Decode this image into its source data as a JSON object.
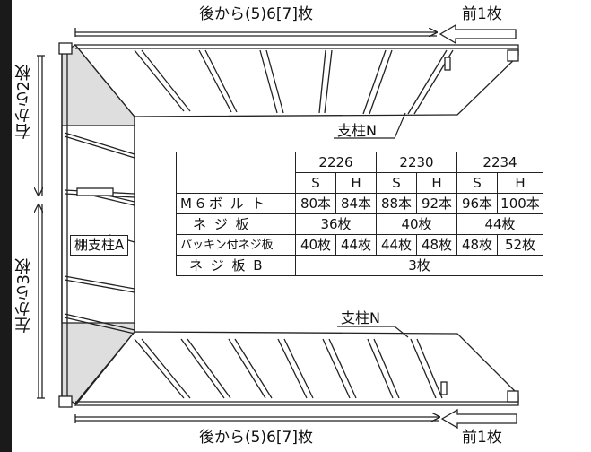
{
  "labels": {
    "top_back": "後から(5)6[7]枚",
    "top_front": "前1枚",
    "bottom_back": "後から(5)6[7]枚",
    "bottom_front": "前1枚",
    "right_side": "右から2枚",
    "left_side": "左から3枚",
    "post_top": "支柱N",
    "post_bottom": "支柱N",
    "shelf_post": "棚支柱A"
  },
  "table": {
    "models": [
      "2226",
      "2230",
      "2234"
    ],
    "sub_headers": [
      "S",
      "H",
      "S",
      "H",
      "S",
      "H"
    ],
    "rows": [
      {
        "name": "M６ボ ル ト",
        "cells": [
          "80本",
          "84本",
          "88本",
          "92本",
          "96本",
          "100本"
        ]
      },
      {
        "name": "ネ ジ 板",
        "cells": [
          "36枚",
          "40枚",
          "44枚"
        ]
      },
      {
        "name": "パッキン付ネジ板",
        "cells": [
          "40枚",
          "44枚",
          "44枚",
          "48枚",
          "48枚",
          "52枚"
        ]
      },
      {
        "name": "ネ ジ 板 B",
        "cells": [
          "3枚"
        ]
      }
    ]
  }
}
